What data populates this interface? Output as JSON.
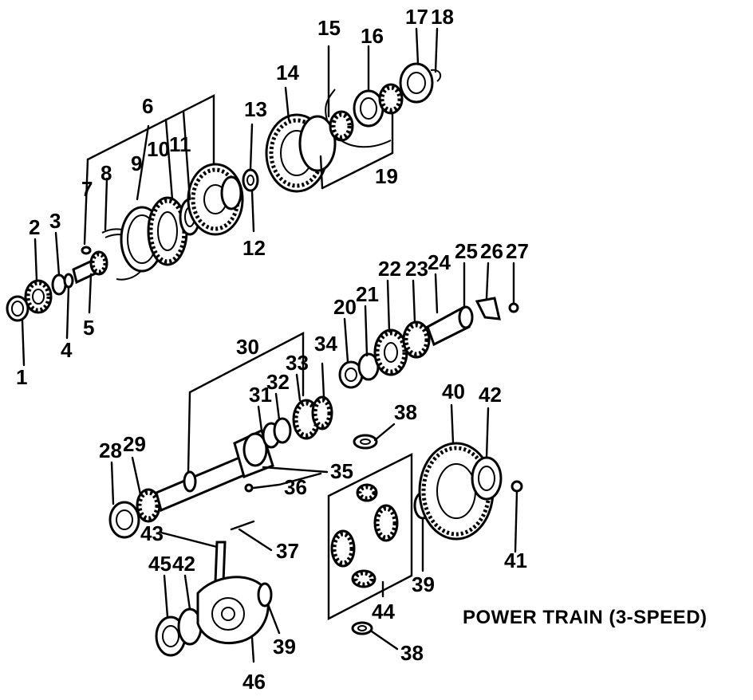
{
  "title": "POWER TRAIN (3-SPEED)",
  "callouts": [
    "1",
    "2",
    "3",
    "4",
    "5",
    "6",
    "7",
    "8",
    "9",
    "10",
    "11",
    "12",
    "13",
    "14",
    "15",
    "16",
    "17",
    "18",
    "19",
    "20",
    "21",
    "22",
    "23",
    "24",
    "25",
    "26",
    "27",
    "28",
    "29",
    "30",
    "31",
    "32",
    "33",
    "34",
    "35",
    "36",
    "37",
    "38",
    "39",
    "40",
    "41",
    "42",
    "43",
    "44",
    "45",
    "46"
  ],
  "extra_callouts": {
    "c38b": "38",
    "c39b": "39",
    "c42b": "42"
  }
}
